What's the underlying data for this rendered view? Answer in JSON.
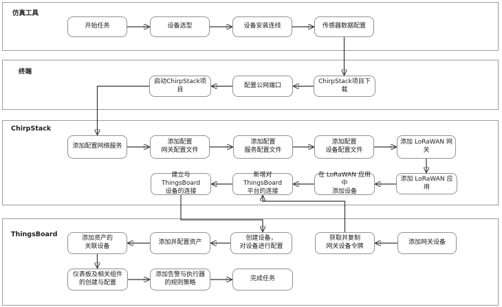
{
  "diagram": {
    "lanes": [
      {
        "label": "仿真工具"
      },
      {
        "label": "终端"
      },
      {
        "label": "ChirpStack"
      },
      {
        "label": "ThingsBoard"
      }
    ],
    "nodes": {
      "start_task": {
        "label": "开始任务"
      },
      "device_selection": {
        "label": "设备选型"
      },
      "device_install": {
        "label": "设备安装连线"
      },
      "sensor_data_config": {
        "label": "传感器数据配置"
      },
      "launch_chirpstack": {
        "label": "启动ChirpStack项目"
      },
      "config_public_port": {
        "label": "配置公网端口"
      },
      "chirpstack_download": {
        "label": "ChirpStack项目下载"
      },
      "add_network_service": {
        "label": "添加配置网络服务"
      },
      "add_gateway_profile": {
        "label": "添加配置\n网关配置文件"
      },
      "add_service_profile": {
        "label": "添加配置\n服务配置文件"
      },
      "add_device_profile": {
        "label": "添加配置\n设备配置文件"
      },
      "add_lorawan_gateway": {
        "label": "添加 LoRaWAN 网关"
      },
      "add_lorawan_app": {
        "label": "添加 LoRaWAN 应用"
      },
      "add_device_in_app": {
        "label": "在 LoRaWAN 应用中\n添加设备"
      },
      "new_tb_connection": {
        "label": "新增对ThingsBoard\n平台的连接"
      },
      "establish_tb_device": {
        "label": "建立与ThingsBoard\n设备的连接"
      },
      "add_asset_devices": {
        "label": "添加资产的\n关联设备"
      },
      "add_config_asset": {
        "label": "添加并配置资产"
      },
      "create_device": {
        "label": "创建设备，\n对设备进行配置"
      },
      "copy_gateway_token": {
        "label": "获取并复制\n网关设备令牌"
      },
      "add_gateway_device": {
        "label": "添加网关设备"
      },
      "dashboard_create": {
        "label": "仪表板及相关组件\n的创建与配置"
      },
      "alarm_rules": {
        "label": "添加告警与执行器\n的规则策略"
      },
      "finish_task": {
        "label": "完成任务"
      }
    },
    "colors": {
      "box_border": "#8f8f8f",
      "lane_border": "#9a9a9a",
      "arrow": "#333333",
      "text": "#1a1a1a",
      "background": "#ffffff"
    }
  }
}
